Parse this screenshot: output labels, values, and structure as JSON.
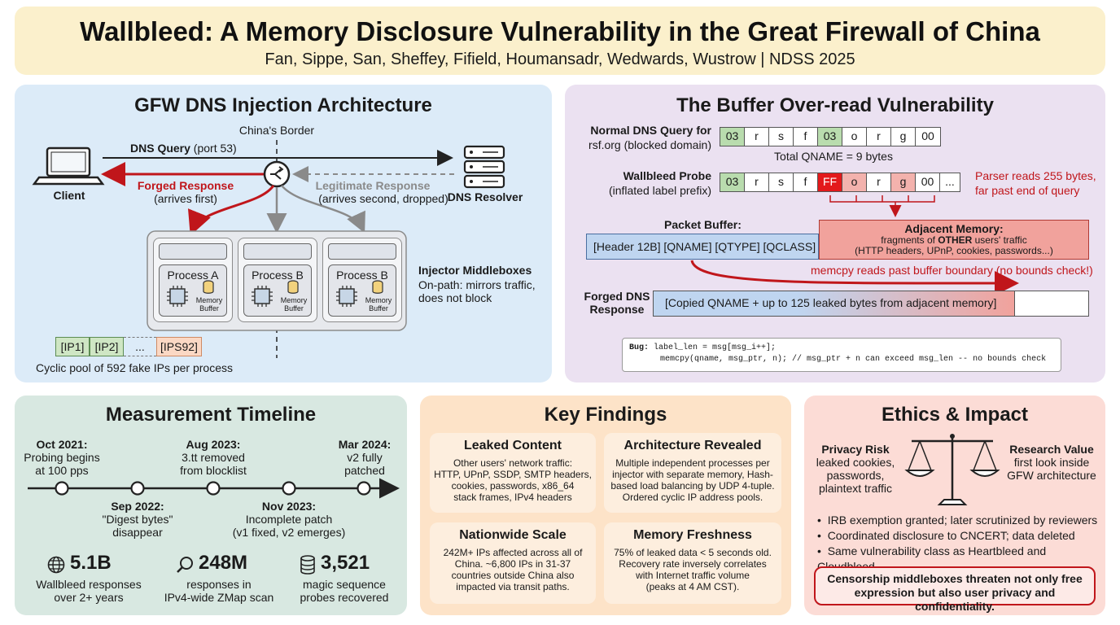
{
  "header": {
    "title": "Wallbleed: A Memory Disclosure Vulnerability in the Great Firewall of China",
    "authors": "Fan, Sippe, San, Sheffey, Fifield, Houmansadr, Wedwards, Wustrow | NDSS 2025"
  },
  "gfw": {
    "title": "GFW DNS Injection Architecture",
    "border": "China's Border",
    "dns_query_bold": "DNS Query",
    "dns_query_rest": " (port 53)",
    "client": "Client",
    "forged_bold": "Forged Response",
    "forged_sub": "(arrives first)",
    "legit_bold": "Legitimate Response",
    "legit_sub": "(arrives second, dropped)",
    "resolver": "DNS Resolver",
    "processes": [
      {
        "label": "Process A",
        "buffer_line1": "Memory",
        "buffer_line2": "Buffer"
      },
      {
        "label": "Process B",
        "buffer_line1": "Memory",
        "buffer_line2": "Buffer"
      },
      {
        "label": "Process B",
        "buffer_line1": "Memory",
        "buffer_line2": "Buffer"
      }
    ],
    "injector_title": "Injector Middleboxes",
    "injector_line1": "On-path: mirrors traffic,",
    "injector_line2": "does not block",
    "ip_pool": [
      "[IP1]",
      "[IP2]",
      "...",
      "[IPS92]"
    ],
    "pool_caption": "Cyclic pool of 592 fake IPs per process"
  },
  "vuln": {
    "title": "The Buffer Over-read Vulnerability",
    "normal_label_bold": "Normal DNS Query for",
    "normal_label_sub": "rsf.org (blocked domain)",
    "normal_bytes": [
      "03",
      "r",
      "s",
      "f",
      "03",
      "o",
      "r",
      "g",
      "00"
    ],
    "normal_caption": "Total QNAME = 9 bytes",
    "probe_label_bold": "Wallbleed Probe",
    "probe_label_sub": "(inflated label prefix)",
    "probe_bytes": [
      "03",
      "r",
      "s",
      "f",
      "FF",
      "o",
      "r",
      "g",
      "00",
      "..."
    ],
    "parser_note_1": "Parser reads 255 bytes,",
    "parser_note_2": "far past end of query",
    "packet_buffer_label": "Packet Buffer:",
    "packet_buffer_content": "[Header 12B] [QNAME] [QTYPE] [QCLASS]",
    "adjacent_title": "Adjacent Memory:",
    "adjacent_line1_pre": "fragments of ",
    "adjacent_line1_bold": "OTHER",
    "adjacent_line1_post": " users' traffic",
    "adjacent_line2": "(HTTP headers, UPnP, cookies, passwords...)",
    "memcpy_note": "memcpy reads past buffer boundary (no bounds check!)",
    "forged_label_1": "Forged DNS",
    "forged_label_2": "Response",
    "forged_content": "[Copied QNAME + up to 125 leaked bytes from adjacent memory]",
    "code_bug": "Bug:",
    "code_line1": " label_len = msg[msg_i++];",
    "code_line2": "memcpy(qname, msg_ptr, n); // msg_ptr + n can exceed msg_len -- no bounds check"
  },
  "timeline": {
    "title": "Measurement Timeline",
    "events_top": [
      {
        "date": "Oct 2021:",
        "l1": "Probing begins",
        "l2": "at 100 pps"
      },
      {
        "date": "Aug 2023:",
        "l1": "3.tt removed",
        "l2": "from blocklist"
      },
      {
        "date": "Mar 2024:",
        "l1": "v2 fully",
        "l2": "patched"
      }
    ],
    "events_bottom": [
      {
        "date": "Sep 2022:",
        "l1": "\"Digest bytes\"",
        "l2": "disappear"
      },
      {
        "date": "Nov 2023:",
        "l1": "Incomplete patch",
        "l2": "(v1 fixed, v2 emerges)"
      }
    ],
    "stats": [
      {
        "icon": "globe-icon",
        "value": "5.1B",
        "l1": "Wallbleed responses",
        "l2": "over 2+ years"
      },
      {
        "icon": "magnifier-icon",
        "value": "248M",
        "l1": "responses in",
        "l2": "IPv4-wide ZMap scan"
      },
      {
        "icon": "database-icon",
        "value": "3,521",
        "l1": "magic sequence",
        "l2": "probes recovered"
      }
    ]
  },
  "findings": {
    "title": "Key Findings",
    "cards": [
      {
        "title": "Leaked Content",
        "lines": [
          "Other users' network traffic:",
          "HTTP, UPnP, SSDP, SMTP headers,",
          "cookies, passwords, x86_64",
          "stack frames, IPv4 headers"
        ]
      },
      {
        "title": "Architecture Revealed",
        "lines": [
          "Multiple independent processes per",
          "injector with separate memory, Hash-",
          "based load balancing by UDP 4-tuple.",
          "Ordered cyclic IP address pools."
        ]
      },
      {
        "title": "Nationwide Scale",
        "lines": [
          "242M+ IPs affected across all of",
          "China. ~6,800 IPs in 31-37",
          "countries outside China also",
          "impacted via transit paths."
        ]
      },
      {
        "title": "Memory Freshness",
        "lines": [
          "75% of leaked data < 5 seconds old.",
          "Recovery rate inversely correlates",
          "with Internet traffic volume",
          "(peaks at 4 AM CST)."
        ]
      }
    ]
  },
  "ethics": {
    "title": "Ethics & Impact",
    "privacy_title": "Privacy Risk",
    "privacy_lines": [
      "leaked cookies,",
      "passwords,",
      "plaintext traffic"
    ],
    "research_title": "Research Value",
    "research_lines": [
      "first look inside",
      "GFW architecture"
    ],
    "bullets": [
      "IRB exemption granted; later scrutinized by reviewers",
      "Coordinated disclosure to CNCERT; data deleted",
      "Same vulnerability class as Heartbleed and Cloudbleed"
    ],
    "callout_l1": "Censorship middleboxes threaten not only free",
    "callout_l2": "expression but also user privacy and confidentiality."
  },
  "colors": {
    "header_bg": "#fbf0cc",
    "gfw_bg": "#dcebf8",
    "vuln_bg": "#ebe1f1",
    "timeline_bg": "#d8e8e1",
    "findings_bg": "#fde3c8",
    "ethics_bg": "#fcdcd6",
    "accent_red": "#c0161b",
    "green_byte": "#b9dcae",
    "red_byte": "#e3191b",
    "pink_byte": "#f3b2ad"
  }
}
